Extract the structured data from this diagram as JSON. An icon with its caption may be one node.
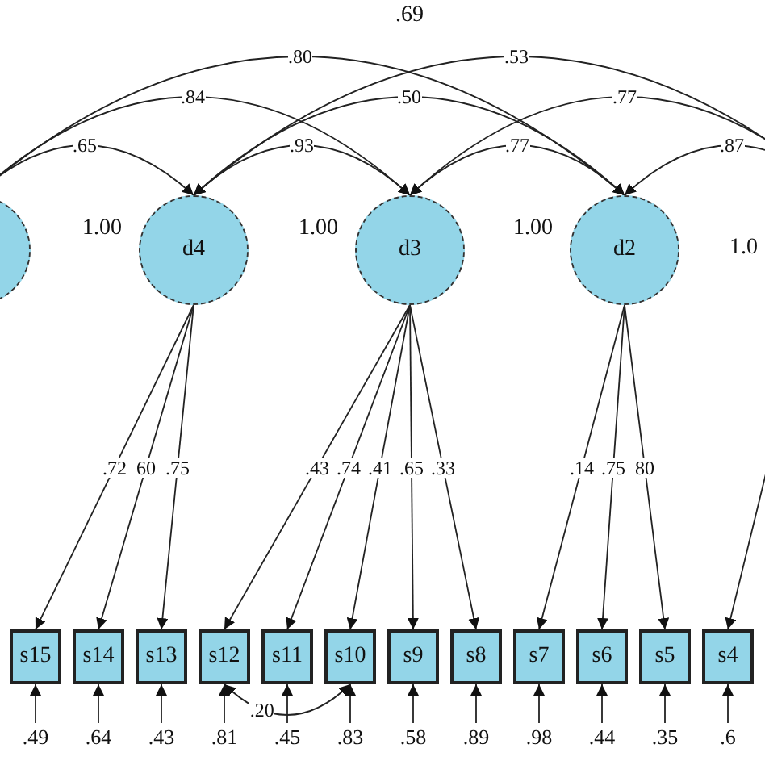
{
  "diagram": {
    "nodes": [
      {
        "text": [],
        "shape": "circle"
      },
      {
        "text": [
          "d4"
        ],
        "beside": [
          "1.00"
        ]
      },
      {
        "text": [
          "d3"
        ],
        "beside": [
          "1.00"
        ]
      },
      {
        "text": [
          "d2"
        ],
        "beside": [
          "1.00"
        ]
      },
      {
        "text": [
          "s15"
        ]
      },
      {
        "text": [
          "s14"
        ]
      },
      {
        "text": [
          "s13"
        ]
      },
      {
        "text": [
          "s12"
        ]
      },
      {
        "text": [
          "s11"
        ]
      },
      {
        "text": [
          "s10"
        ]
      },
      {
        "text": [
          "s9"
        ]
      },
      {
        "text": [
          "s8"
        ]
      },
      {
        "text": [
          "s7"
        ]
      },
      {
        "text": [
          "s6"
        ]
      },
      {
        "text": [
          "s5"
        ]
      },
      {
        "text": [
          "s4"
        ]
      },
      {
        "text": [
          ".49"
        ]
      },
      {
        "text": [
          ".64"
        ]
      },
      {
        "text": [
          ".43"
        ]
      },
      {
        "text": [
          ".81"
        ]
      },
      {
        "text": [
          ".45"
        ]
      },
      {
        "text": [
          ".83"
        ]
      },
      {
        "text": [
          ".58"
        ]
      },
      {
        "text": [
          ".89"
        ]
      },
      {
        "text": [
          ".98"
        ]
      },
      {
        "text": [
          ".44"
        ]
      },
      {
        "text": [
          ".35"
        ]
      },
      {
        "text": [
          ".6"
        ]
      }
    ],
    "edges": [
      {
        "from": 0,
        "to": 1,
        "arrow": "to",
        "label": ".65"
      },
      {
        "from": 0,
        "to": 2,
        "arrow": "to",
        "label": ".84"
      },
      {
        "from": 0,
        "to": 3,
        "arrow": "to",
        "label": ".80"
      },
      {
        "from": 1,
        "to": 2,
        "arrow": "both",
        "label": ".93"
      },
      {
        "from": 1,
        "to": 3,
        "arrow": "both",
        "label": ".50"
      },
      {
        "from": 2,
        "to": 3,
        "arrow": "both",
        "label": ".77"
      },
      {
        "from": null,
        "to": 1,
        "arrow": "to",
        "label": ".53"
      },
      {
        "from": null,
        "to": 2,
        "arrow": "to",
        "label": ".77"
      },
      {
        "from": null,
        "to": 3,
        "arrow": "to",
        "label": ".87"
      },
      {
        "from": 1,
        "to": 4,
        "arrow": "to",
        "label": ".72"
      },
      {
        "from": 1,
        "to": 5,
        "arrow": "to",
        "label": "60"
      },
      {
        "from": 1,
        "to": 6,
        "arrow": "to",
        "label": ".75"
      },
      {
        "from": 2,
        "to": 7,
        "arrow": "to",
        "label": ".43"
      },
      {
        "from": 2,
        "to": 8,
        "arrow": "to",
        "label": ".74"
      },
      {
        "from": 2,
        "to": 9,
        "arrow": "to",
        "label": ".41"
      },
      {
        "from": 2,
        "to": 10,
        "arrow": "to",
        "label": ".65"
      },
      {
        "from": 2,
        "to": 11,
        "arrow": "to",
        "label": ".33"
      },
      {
        "from": 3,
        "to": 12,
        "arrow": "to",
        "label": ".14"
      },
      {
        "from": 3,
        "to": 13,
        "arrow": "to",
        "label": ".75"
      },
      {
        "from": 3,
        "to": 14,
        "arrow": "to",
        "label": "80"
      },
      {
        "from": null,
        "to": 15,
        "arrow": "to"
      },
      {
        "from": 16,
        "to": 4,
        "arrow": "to"
      },
      {
        "from": 17,
        "to": 5,
        "arrow": "to"
      },
      {
        "from": 18,
        "to": 6,
        "arrow": "to"
      },
      {
        "from": 19,
        "to": 7,
        "arrow": "to"
      },
      {
        "from": 20,
        "to": 8,
        "arrow": "to"
      },
      {
        "from": 21,
        "to": 9,
        "arrow": "to"
      },
      {
        "from": 22,
        "to": 10,
        "arrow": "to"
      },
      {
        "from": 23,
        "to": 11,
        "arrow": "to"
      },
      {
        "from": 24,
        "to": 12,
        "arrow": "to"
      },
      {
        "from": 25,
        "to": 13,
        "arrow": "to"
      },
      {
        "from": 26,
        "to": 14,
        "arrow": "to"
      },
      {
        "from": 27,
        "to": 15,
        "arrow": "to"
      },
      {
        "from": 7,
        "to": 9,
        "arrow": "both",
        "label": ".20"
      }
    ],
    "labels": [
      ".69",
      "1.0"
    ]
  }
}
